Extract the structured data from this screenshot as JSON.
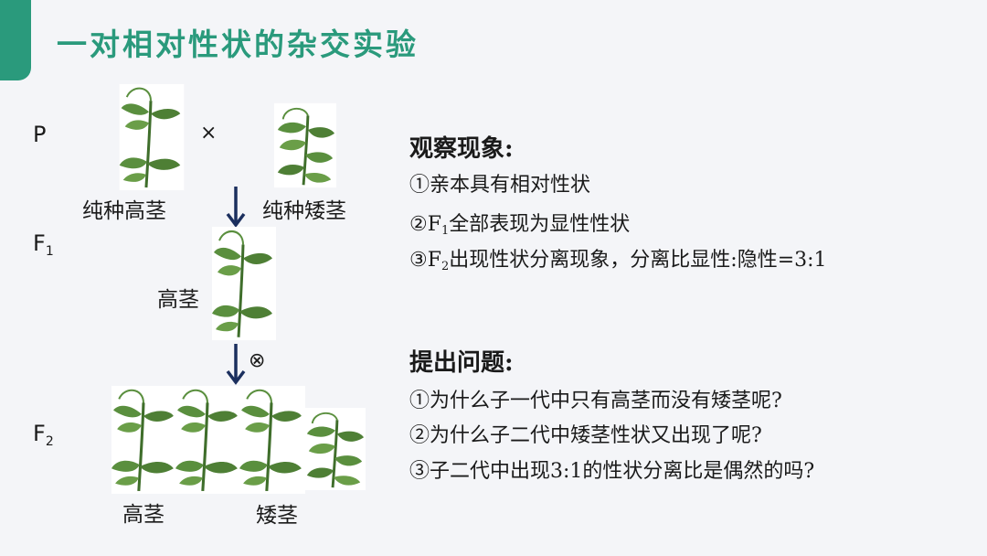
{
  "colors": {
    "accent": "#2a9a7c",
    "title": "#2a9a7c",
    "arrow": "#1b2f5e",
    "leaf": "#5a8f3e",
    "leaf_dark": "#3f6e2b"
  },
  "title": "一对相对性状的杂交实验",
  "generations": {
    "p": "P",
    "f1_base": "F",
    "f1_sub": "1",
    "f2_base": "F",
    "f2_sub": "2"
  },
  "cross_symbol": "×",
  "self_symbol": "⊗",
  "labels": {
    "pure_tall": "纯种高茎",
    "pure_short": "纯种矮茎",
    "f1_tall": "高茎",
    "f2_tall": "高茎",
    "f2_short": "矮茎"
  },
  "observation": {
    "heading": "观察现象:",
    "item1": "①亲本具有相对性状",
    "item2_pre": "②F",
    "item2_sub": "1",
    "item2_post": "全部表现为显性性状",
    "item3_pre": "③F",
    "item3_sub": "2",
    "item3_post": "出现性状分离现象，分离比显性:隐性=3:1"
  },
  "questions": {
    "heading": "提出问题:",
    "items": [
      "①为什么子一代中只有高茎而没有矮茎呢?",
      "②为什么子二代中矮茎性状又出现了呢?",
      "③子二代中出现3:1的性状分离比是偶然的吗?"
    ]
  },
  "icons": {
    "tall_plant": "tall-pea-plant-icon",
    "short_plant": "short-pea-plant-icon",
    "arrow": "arrow-down-icon"
  }
}
